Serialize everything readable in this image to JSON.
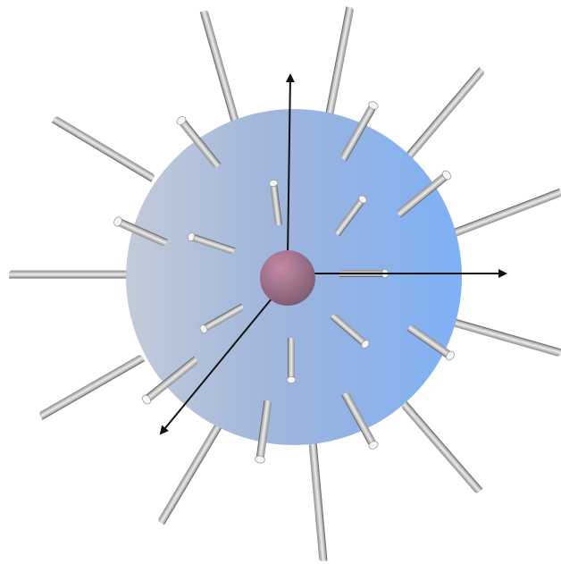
{
  "figure": {
    "background": "#ffffff",
    "sphere": {
      "fill_left": "#c3cbd9",
      "fill_right": "#7fb0f5"
    },
    "center_particle": {
      "fill_light": "#c48aa8",
      "fill_dark": "#7b5a6e"
    },
    "rod": {
      "body_light": "#ededed",
      "body_dark": "#8c8c8c",
      "tip_color": "#f6f6f6"
    },
    "axis_color": "#111111",
    "axes": [
      "axis-up",
      "axis-right",
      "axis-down-left"
    ]
  }
}
